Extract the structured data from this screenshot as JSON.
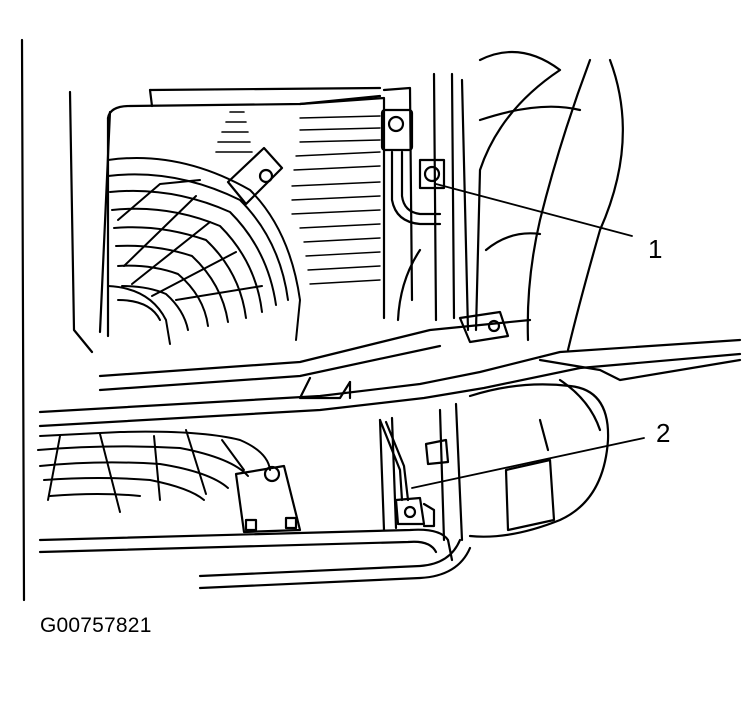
{
  "figure": {
    "id": "G00757821",
    "line_color": "#000000",
    "background": "#ffffff"
  },
  "callouts": [
    {
      "label": "1"
    },
    {
      "label": "2"
    }
  ]
}
